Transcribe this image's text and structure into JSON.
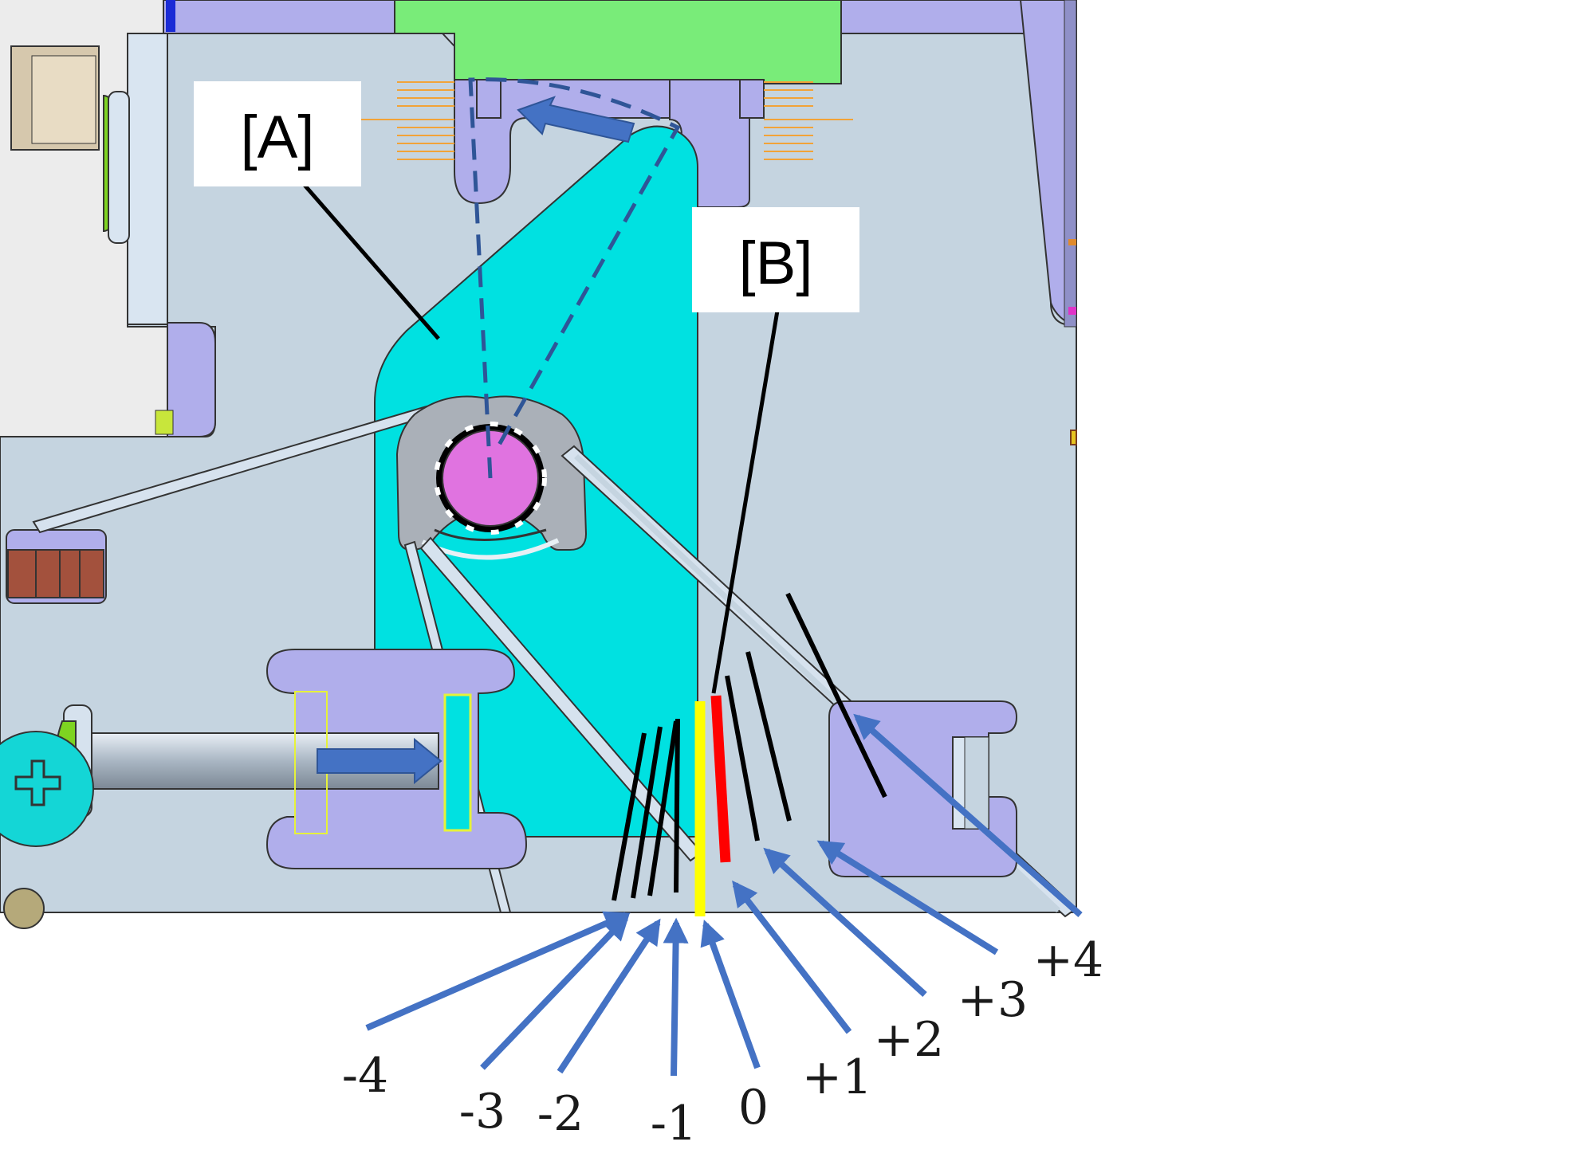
{
  "figure": {
    "title": "Adjustment plate position scale",
    "callouts": {
      "a": "[A]",
      "b": "[B]"
    },
    "scale": {
      "labels": [
        "-4",
        "-3",
        "-2",
        "-1",
        "0",
        "+1",
        "+2",
        "+3",
        "+4"
      ],
      "current_label": "+1",
      "reference_label": "0"
    },
    "colors": {
      "housing": "#c5d4e0",
      "bracket": "#b0aeeb",
      "top_part": "#79ec79",
      "plate": "#00e1e1",
      "shaft": "#e073e0",
      "arrow": "#4472c4",
      "dashed": "#2f5597",
      "reference_mark": "#ffff00",
      "current_mark": "#ff0000"
    },
    "icons": [
      "rotation-arrow-icon",
      "push-arrow-icon",
      "pointer-arrow-icon",
      "screw-head-icon"
    ]
  }
}
